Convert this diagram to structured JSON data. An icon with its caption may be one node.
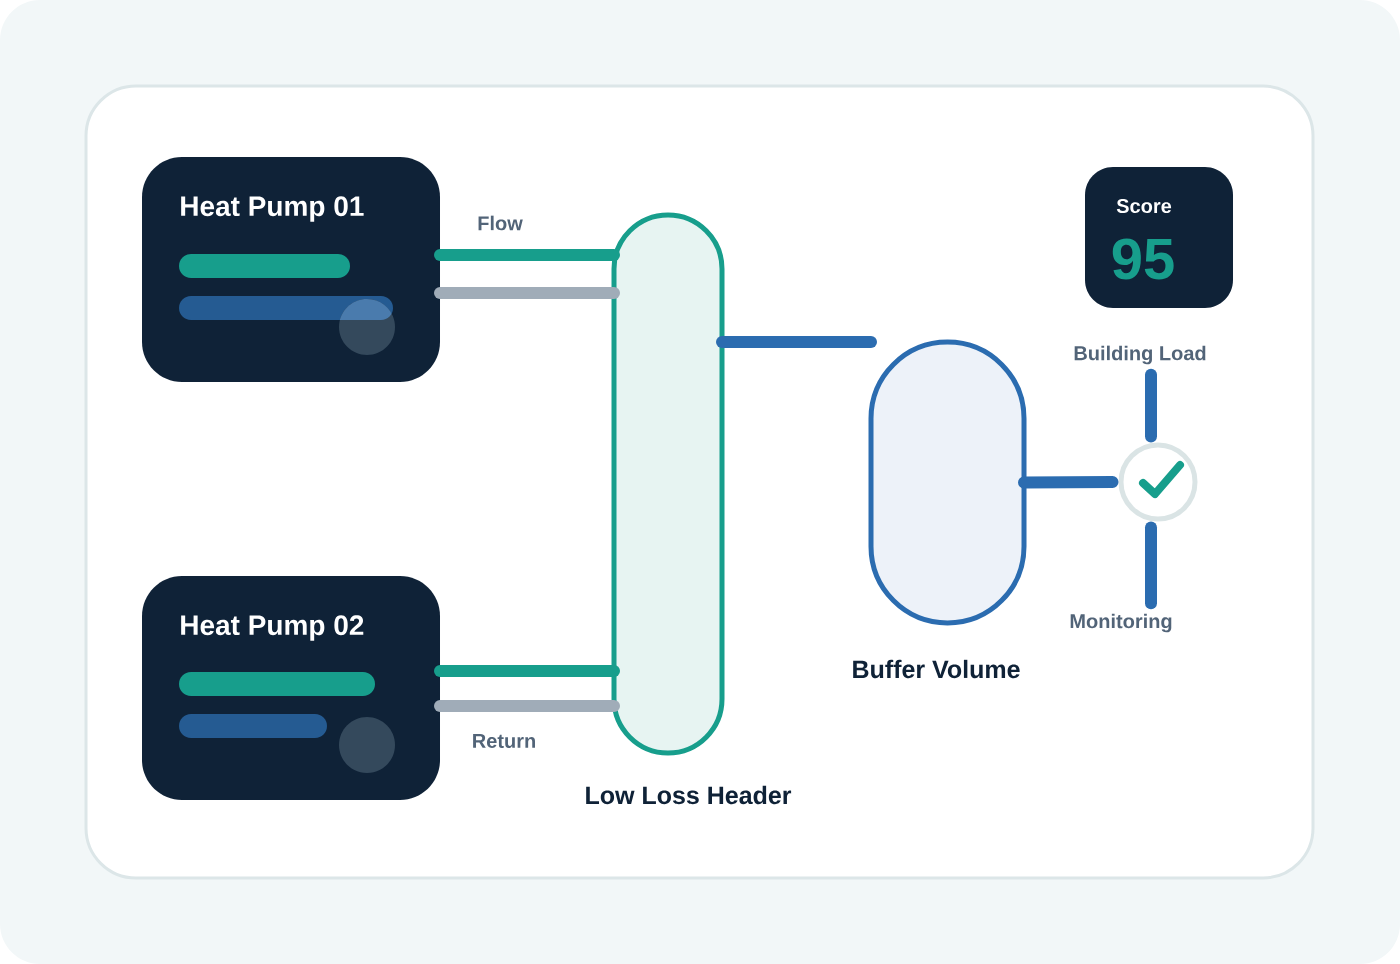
{
  "diagram": {
    "nodes": [
      {
        "text": [
          "Heat Pump 01"
        ]
      },
      {
        "text": [
          "Heat Pump 02"
        ]
      },
      {
        "text": [
          "Low Loss Header"
        ]
      },
      {
        "text": [
          "Buffer Volume"
        ]
      },
      {
        "text": [
          "Score",
          "95"
        ]
      },
      {
        "text": [],
        "shape": "circle"
      },
      {
        "text": [
          "Building Load"
        ]
      },
      {
        "text": [
          "Monitoring"
        ]
      }
    ],
    "edges": [
      {
        "from": 0,
        "to": 2,
        "arrow": "none",
        "label": "Flow",
        "color": "#179e8c"
      },
      {
        "from": 0,
        "to": 2,
        "arrow": "none",
        "color": "#a0acb8"
      },
      {
        "from": 1,
        "to": 2,
        "arrow": "none",
        "color": "#179e8c"
      },
      {
        "from": 1,
        "to": 2,
        "arrow": "none",
        "label": "Return",
        "color": "#a0acb8"
      },
      {
        "from": 2,
        "to": 3,
        "arrow": "none"
      },
      {
        "from": 3,
        "to": 5,
        "arrow": "none"
      },
      {
        "from": 6,
        "to": 5,
        "arrow": "none"
      },
      {
        "from": 5,
        "to": 7,
        "arrow": "none"
      }
    ]
  }
}
